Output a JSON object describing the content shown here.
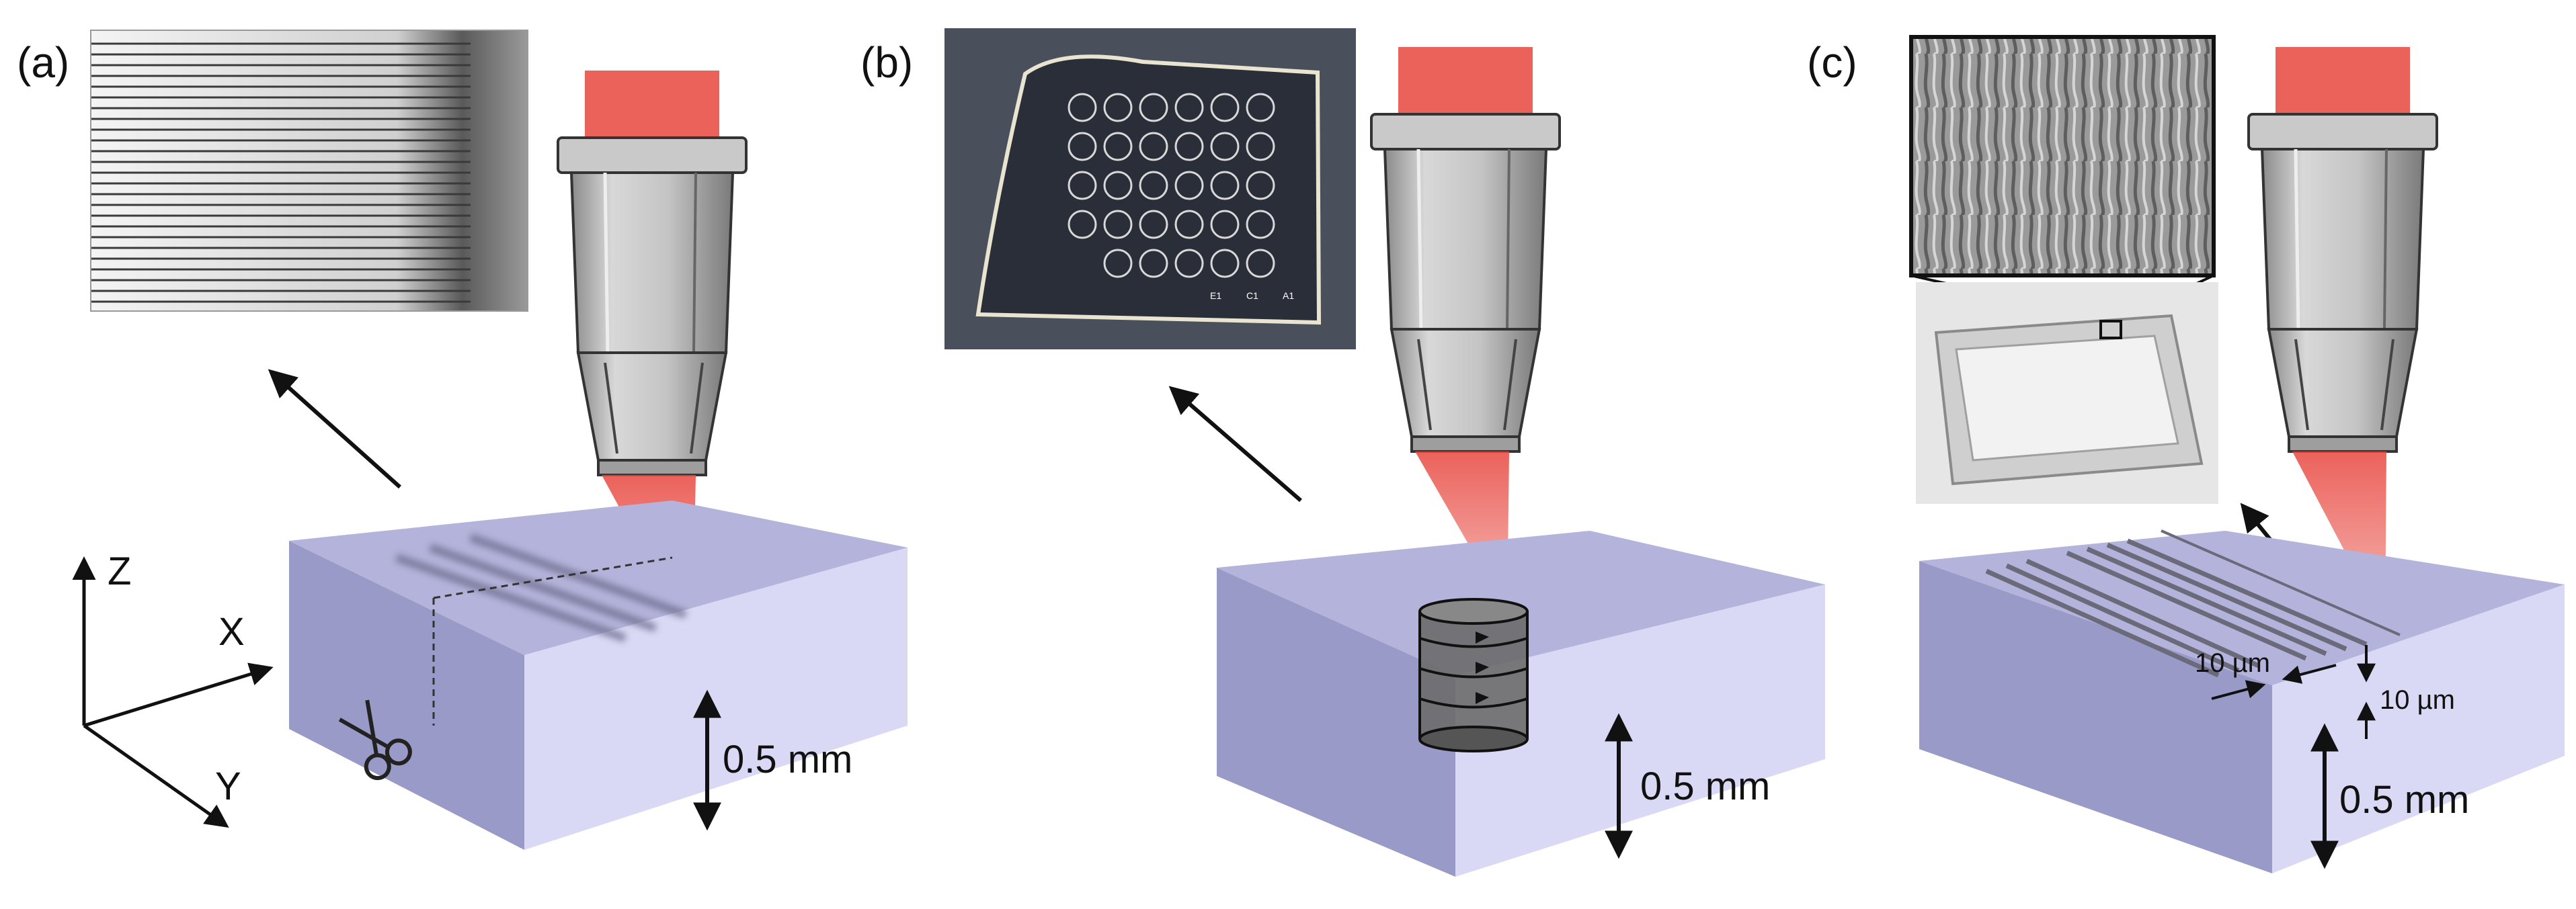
{
  "colors": {
    "block_top": "#b3b3db",
    "block_front": "#d9d9f5",
    "block_side": "#9a9ac8",
    "laser": "#e8463e",
    "objective_body": "#bdbdbd",
    "arrow": "#111111"
  },
  "panels": {
    "a": {
      "label": "(a)",
      "thickness": "0.5 mm",
      "icon": "scissors-icon"
    },
    "b": {
      "label": "(b)",
      "thickness": "0.5 mm",
      "well_labels": [
        "E1",
        "C1",
        "A1"
      ]
    },
    "c": {
      "label": "(c)",
      "thickness": "0.5 mm",
      "width_label": "10 µm",
      "height_label": "10 µm"
    }
  },
  "axes": {
    "z": "Z",
    "x": "X",
    "y": "Y"
  }
}
